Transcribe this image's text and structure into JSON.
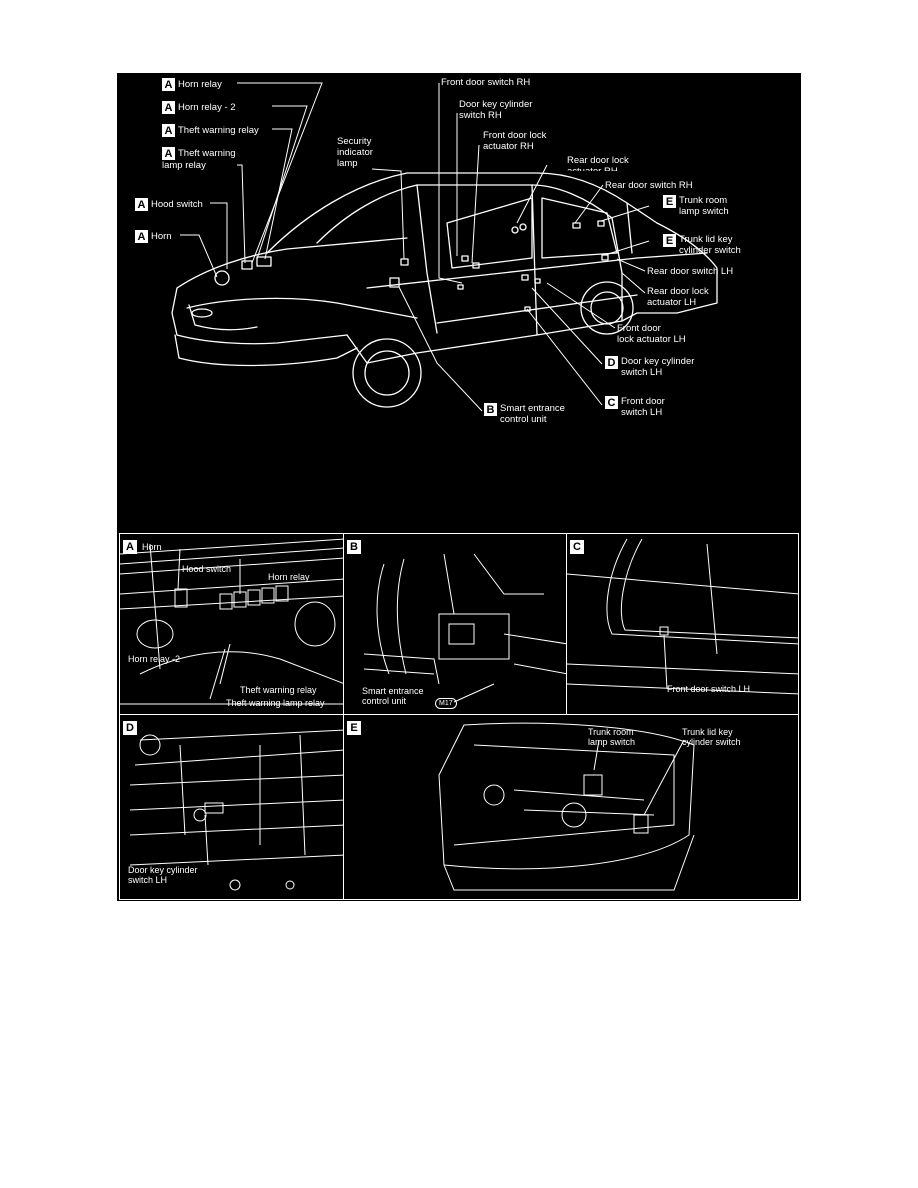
{
  "overview": {
    "labels": {
      "horn_relay": {
        "box": "A",
        "text": "Horn relay"
      },
      "horn_relay_2": {
        "box": "A",
        "text": "Horn relay - 2"
      },
      "theft_warning_relay": {
        "box": "A",
        "text": "Theft warning relay"
      },
      "theft_warning_lamp_relay": {
        "box": "A",
        "text": "Theft warning\nlamp relay"
      },
      "hood_switch": {
        "box": "A",
        "text": "Hood switch"
      },
      "horn": {
        "box": "A",
        "text": "Horn"
      },
      "security_indicator_lamp": {
        "text": "Security\nindicator\nlamp"
      },
      "front_door_switch_rh": {
        "text": "Front door switch RH"
      },
      "door_key_cylinder_switch_rh": {
        "text": "Door key cylinder\nswitch RH"
      },
      "front_door_lock_actuator_rh": {
        "text": "Front door lock\nactuator RH"
      },
      "rear_door_lock_actuator_rh": {
        "text": "Rear door lock\nactuator RH"
      },
      "rear_door_switch_rh": {
        "text": "Rear door switch RH"
      },
      "trunk_room_lamp_switch": {
        "box": "E",
        "text": "Trunk room\nlamp switch"
      },
      "trunk_lid_key_cylinder_switch": {
        "box": "E",
        "text": "Trunk lid key\ncylinder switch"
      },
      "rear_door_switch_lh": {
        "text": "Rear door switch LH"
      },
      "rear_door_lock_actuator_lh": {
        "text": "Rear door lock\nactuator LH"
      },
      "front_door_lock_actuator_lh": {
        "text": "Front door\nlock actuator LH"
      },
      "door_key_cylinder_switch_lh": {
        "box": "D",
        "text": "Door key cylinder\nswitch LH"
      },
      "front_door_switch_lh": {
        "box": "C",
        "text": "Front door\nswitch LH"
      },
      "smart_entrance_control_unit": {
        "box": "B",
        "text": "Smart entrance\ncontrol unit"
      }
    }
  },
  "panels": {
    "a": {
      "letter": "A",
      "labels": {
        "horn": "Horn",
        "hood_switch": "Hood switch",
        "horn_relay": "Horn relay",
        "horn_relay_2": "Horn relay -2",
        "theft_warning_relay": "Theft warning relay",
        "theft_warning_lamp_relay": "Theft warning lamp relay"
      }
    },
    "b": {
      "letter": "B",
      "labels": {
        "smart_entrance_control_unit": "Smart entrance\ncontrol unit",
        "connector": "M17"
      }
    },
    "c": {
      "letter": "C",
      "labels": {
        "front_door_switch_lh": "Front door switch LH"
      }
    },
    "d": {
      "letter": "D",
      "labels": {
        "door_key_cylinder_switch_lh": "Door key cylinder\nswitch LH"
      }
    },
    "e": {
      "letter": "E",
      "labels": {
        "trunk_room_lamp_switch": "Trunk room\nlamp switch",
        "trunk_lid_key_cylinder_switch": "Trunk lid key\ncylinder switch"
      }
    }
  }
}
